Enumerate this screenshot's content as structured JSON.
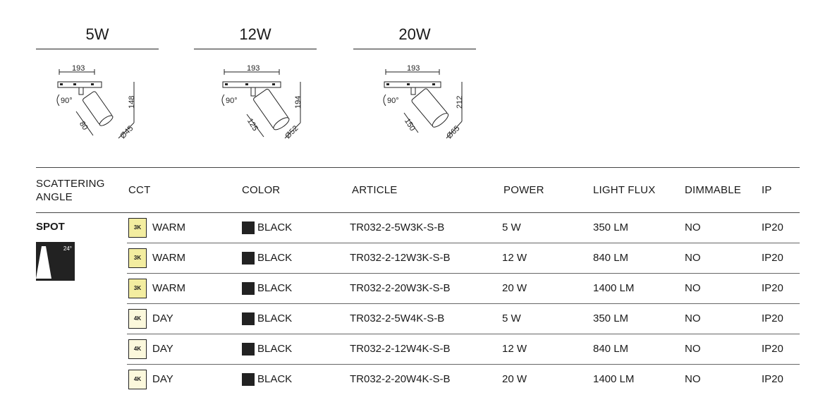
{
  "variants": [
    {
      "title": "5W",
      "dims": {
        "width": "193",
        "rotation": "90°",
        "length": "80",
        "height": "148",
        "diameter": "Ø45"
      }
    },
    {
      "title": "12W",
      "dims": {
        "width": "193",
        "rotation": "90°",
        "length": "125",
        "height": "194",
        "diameter": "Ø52"
      }
    },
    {
      "title": "20W",
      "dims": {
        "width": "193",
        "rotation": "90°",
        "length": "150",
        "height": "212",
        "diameter": "Ø65"
      }
    }
  ],
  "table": {
    "headers": {
      "scattering_angle": [
        "SCATTERING",
        "ANGLE"
      ],
      "cct": "CCT",
      "color": "COLOR",
      "article": "ARTICLE",
      "power": "POWER",
      "light_flux": "LIGHT FLUX",
      "dimmable": "DIMMABLE",
      "ip": "IP"
    },
    "group": {
      "label": "SPOT",
      "beam_angle": "24°"
    },
    "rows": [
      {
        "cct_code": "3K",
        "cct_name": "WARM",
        "color": "BLACK",
        "article": "TR032-2-5W3K-S-B",
        "power": "5 W",
        "flux": "350 LM",
        "dimmable": "NO",
        "ip": "IP20"
      },
      {
        "cct_code": "3K",
        "cct_name": "WARM",
        "color": "BLACK",
        "article": "TR032-2-12W3K-S-B",
        "power": "12 W",
        "flux": "840 LM",
        "dimmable": "NO",
        "ip": "IP20"
      },
      {
        "cct_code": "3K",
        "cct_name": "WARM",
        "color": "BLACK",
        "article": "TR032-2-20W3K-S-B",
        "power": "20 W",
        "flux": "1400 LM",
        "dimmable": "NO",
        "ip": "IP20"
      },
      {
        "cct_code": "4K",
        "cct_name": "DAY",
        "color": "BLACK",
        "article": "TR032-2-5W4K-S-B",
        "power": "5 W",
        "flux": "350 LM",
        "dimmable": "NO",
        "ip": "IP20"
      },
      {
        "cct_code": "4K",
        "cct_name": "DAY",
        "color": "BLACK",
        "article": "TR032-2-12W4K-S-B",
        "power": "12 W",
        "flux": "840 LM",
        "dimmable": "NO",
        "ip": "IP20"
      },
      {
        "cct_code": "4K",
        "cct_name": "DAY",
        "color": "BLACK",
        "article": "TR032-2-20W4K-S-B",
        "power": "20 W",
        "flux": "1400 LM",
        "dimmable": "NO",
        "ip": "IP20"
      }
    ]
  },
  "colors": {
    "warm_badge": "#f3eda0",
    "day_badge": "#fbf8dc",
    "swatch_black": "#222222"
  }
}
